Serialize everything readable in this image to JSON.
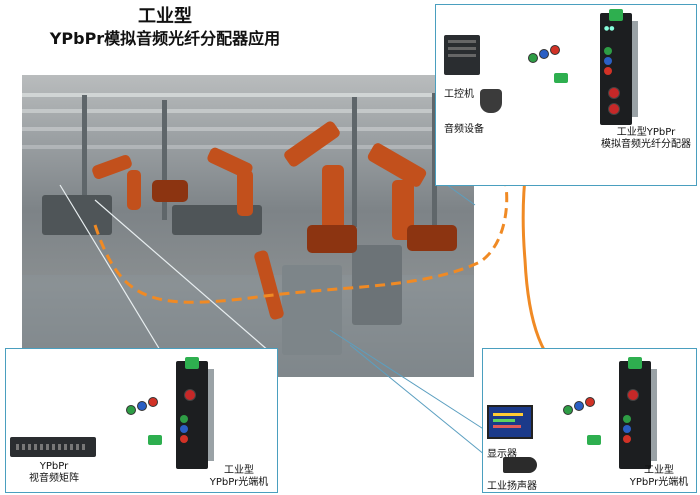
{
  "title": {
    "line1": "工业型",
    "line2": "YPbPr模拟音频光纤分配器应用"
  },
  "top_panel": {
    "pc_label": "工控机",
    "audio_label": "音频设备",
    "device_label_line1": "工业型YPbPr",
    "device_label_line2": "模拟音频光纤分配器"
  },
  "bottom_left_panel": {
    "matrix_label_line1": "YPbPr",
    "matrix_label_line2": "视音频矩阵",
    "device_label_line1": "工业型",
    "device_label_line2": "YPbPr光端机"
  },
  "bottom_right_panel": {
    "monitor_label": "显示器",
    "speaker_label": "工业扬声器",
    "device_label_line1": "工业型",
    "device_label_line2": "YPbPr光端机"
  },
  "colors": {
    "fiber": "#f08a24",
    "panel_border": "#4a9fbf",
    "rca_green": "#2e9d45",
    "rca_blue": "#2b5fc4",
    "rca_red": "#d23226",
    "terminal_green": "#2eaf4f"
  }
}
